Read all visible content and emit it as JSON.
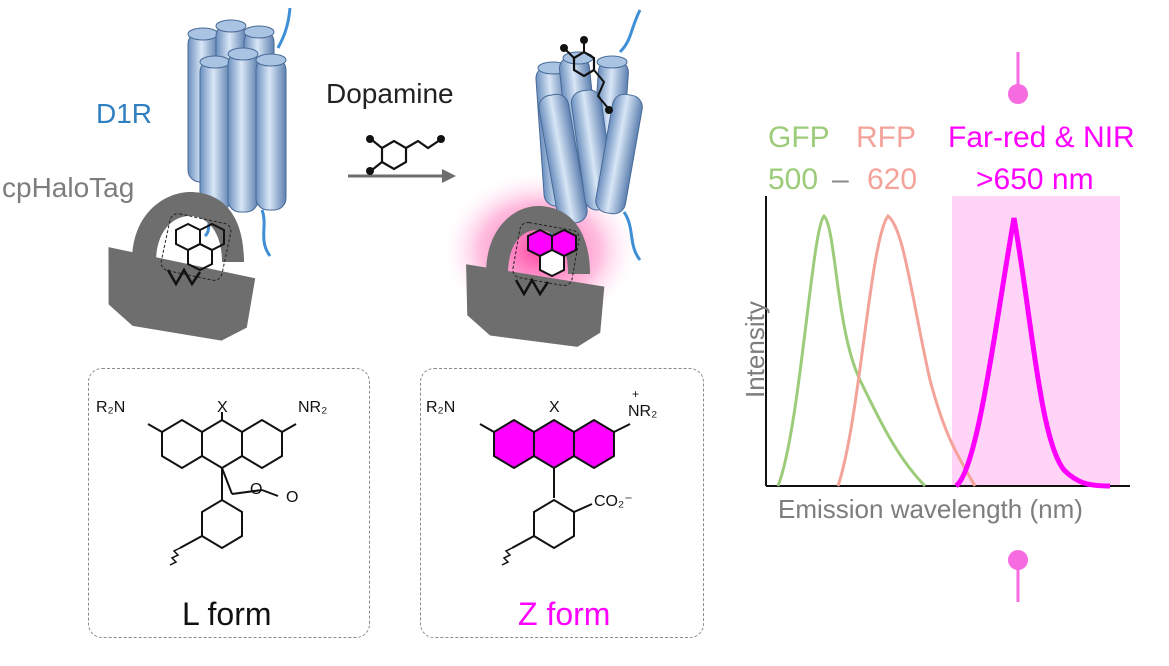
{
  "labels": {
    "receptor": "D1R",
    "halotag": "cpHaloTag",
    "ligand": "Dopamine",
    "l_form": "L form",
    "z_form": "Z form",
    "gfp": "GFP",
    "rfp": "RFP",
    "gfp_range": "500",
    "dash": "–",
    "rfp_range": "620",
    "far_red": "Far-red & NIR",
    "far_red_range": ">650 nm",
    "y_axis": "Intensity",
    "x_axis": "Emission wavelength (nm)"
  },
  "chem": {
    "r2n": "R₂N",
    "nr2": "NR₂",
    "x": "X",
    "o_ring": "O",
    "o_carbonyl": "O",
    "plus": "+",
    "co2": "CO₂⁻"
  },
  "colors": {
    "gfp": "#9ccc7a",
    "rfp": "#f4a39a",
    "far_red": "#ff00ff",
    "receptor": "#2f7fc1",
    "halotag": "#6e6e6e"
  }
}
